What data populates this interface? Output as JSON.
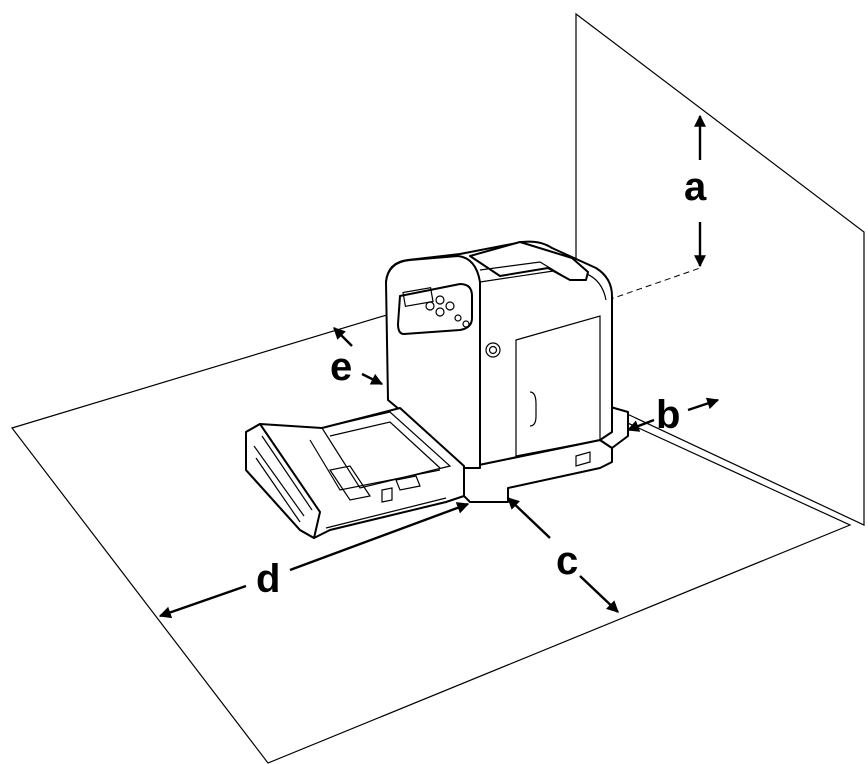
{
  "labels": {
    "a": "a",
    "b": "b",
    "c": "c",
    "d": "d",
    "e": "e"
  },
  "colors": {
    "line": "#000000",
    "background": "#ffffff"
  }
}
